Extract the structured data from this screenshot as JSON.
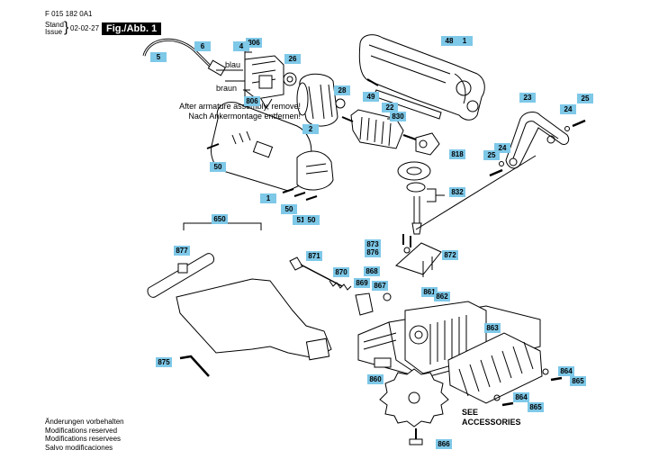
{
  "header": {
    "doc_number": "F 015 182 0A1",
    "stand_label": "Stand",
    "issue_label": "Issue",
    "brace": "}",
    "date": "02-02-27",
    "figure_label": "Fig./Abb. 1"
  },
  "note": {
    "line1": "After armature assembly, remove!",
    "line2": "Nach Ankermontage entfernen!"
  },
  "wires": {
    "blue": "blau",
    "brown": "braun"
  },
  "see_accessories": {
    "line1": "SEE",
    "line2": "ACCESSORIES"
  },
  "footer": {
    "line1": "Änderungen vorbehalten",
    "line2": "Modifications reserved",
    "line3": "Modifications reservees",
    "line4": "Salvo modificaciones"
  },
  "colors": {
    "tag_fill": "#7ec8e8",
    "line": "#000000",
    "figure_box": "#000000"
  },
  "parts": {
    "p5": "5",
    "p6": "6",
    "p806a": "806",
    "p4": "4",
    "p26": "26",
    "p806b": "806",
    "p28": "28",
    "p2": "2",
    "p48": "48",
    "p1a": "1",
    "p49": "49",
    "p22": "22",
    "p830": "830",
    "p818": "818",
    "p23": "23",
    "p25a": "25",
    "p24a": "24",
    "p24b": "24",
    "p25b": "25",
    "p832": "832",
    "p50a": "50",
    "p1b": "1",
    "p50b": "50",
    "p51": "51",
    "p50c": "50",
    "p650": "650",
    "p877": "877",
    "p871": "871",
    "p870": "870",
    "p873": "873",
    "p876": "876",
    "p872": "872",
    "p868": "868",
    "p869": "869",
    "p867": "867",
    "p861": "861",
    "p862": "862",
    "p863": "863",
    "p875": "875",
    "p860": "860",
    "p864a": "864",
    "p865a": "865",
    "p864b": "864",
    "p865b": "865",
    "p866": "866"
  }
}
